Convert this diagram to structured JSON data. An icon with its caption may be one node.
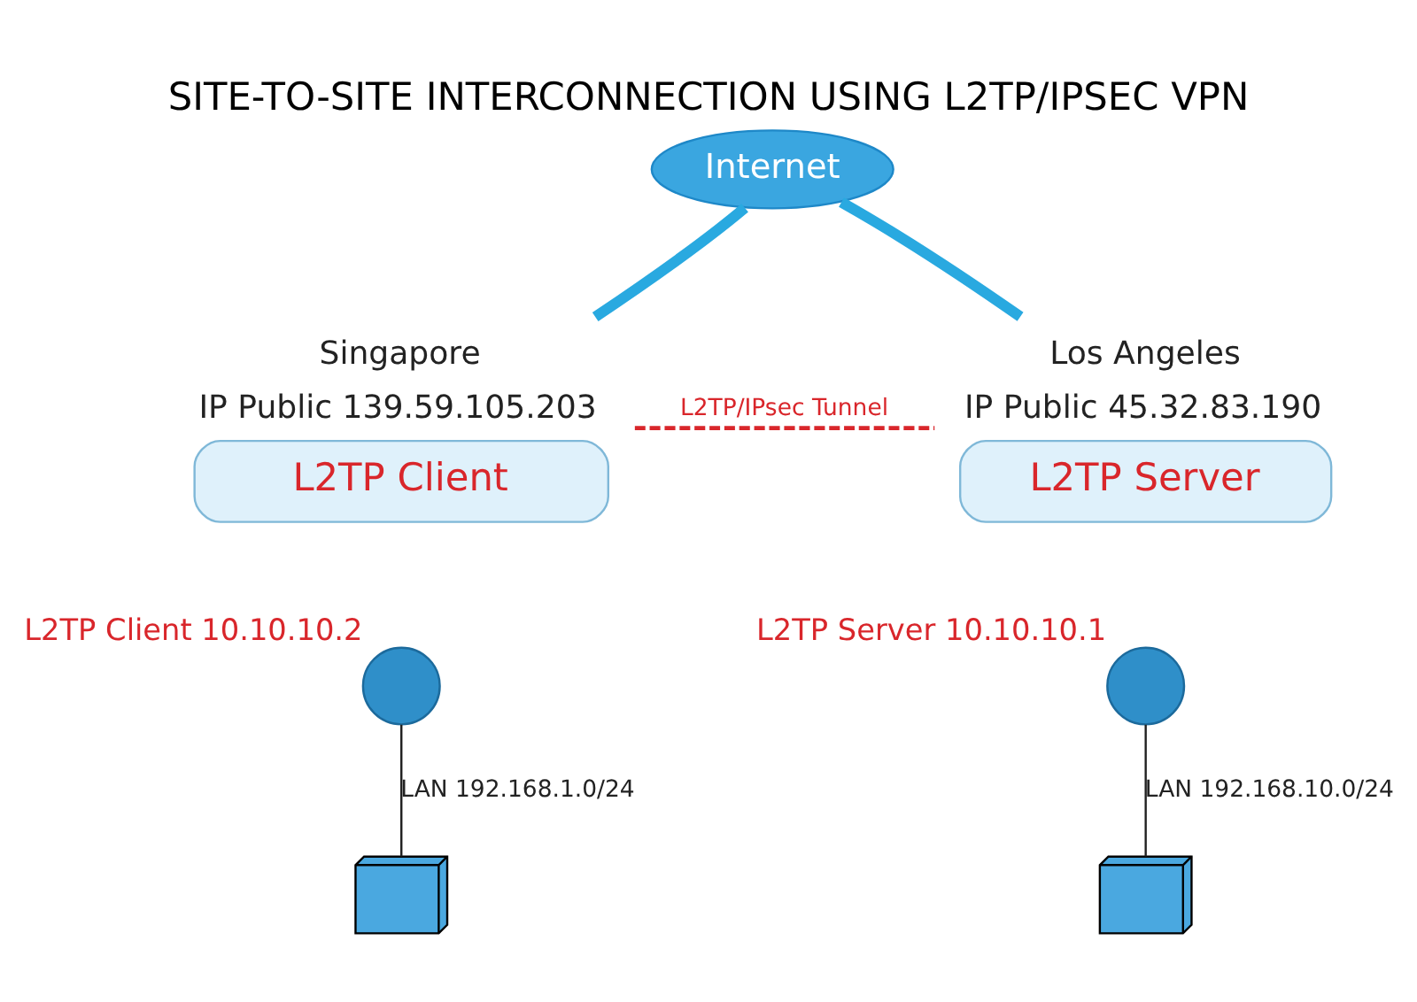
{
  "diagram": {
    "title": "SITE-TO-SITE INTERCONNECTION USING L2TP/IPSEC VPN",
    "nodes": [
      {
        "text": [
          "Internet"
        ]
      },
      {
        "text": [
          "L2TP Client"
        ],
        "beside": [
          "Singapore",
          "IP Public 139.59.105.203"
        ]
      },
      {
        "text": [],
        "shape": "circle",
        "beside": [
          "L2TP Client 10.10.10.2"
        ]
      },
      {
        "text": [],
        "shape": "picture"
      },
      {
        "text": [
          "L2TP Server"
        ],
        "beside": [
          "Los Angeles",
          "IP Public 45.32.83.190"
        ]
      },
      {
        "text": [],
        "shape": "circle",
        "beside": [
          "L2TP Server 10.10.10.1"
        ]
      },
      {
        "text": [],
        "shape": "picture"
      }
    ],
    "edges": [
      {
        "from": 1,
        "to": 0,
        "arrow": "none",
        "style": "thick",
        "color": "#29a9e0"
      },
      {
        "from": 0,
        "to": 4,
        "arrow": "none",
        "style": "thick",
        "color": "#29a9e0"
      },
      {
        "from": 1,
        "to": 4,
        "arrow": "none",
        "style": "dashed",
        "color": "#d9262b",
        "label": "L2TP/IPsec Tunnel"
      },
      {
        "from": 2,
        "to": 3,
        "arrow": "none",
        "color": "#222222",
        "label": "LAN 192.168.1.0/24"
      },
      {
        "from": 5,
        "to": 6,
        "arrow": "none",
        "color": "#222222",
        "label": "LAN 192.168.10.0/24"
      }
    ]
  }
}
